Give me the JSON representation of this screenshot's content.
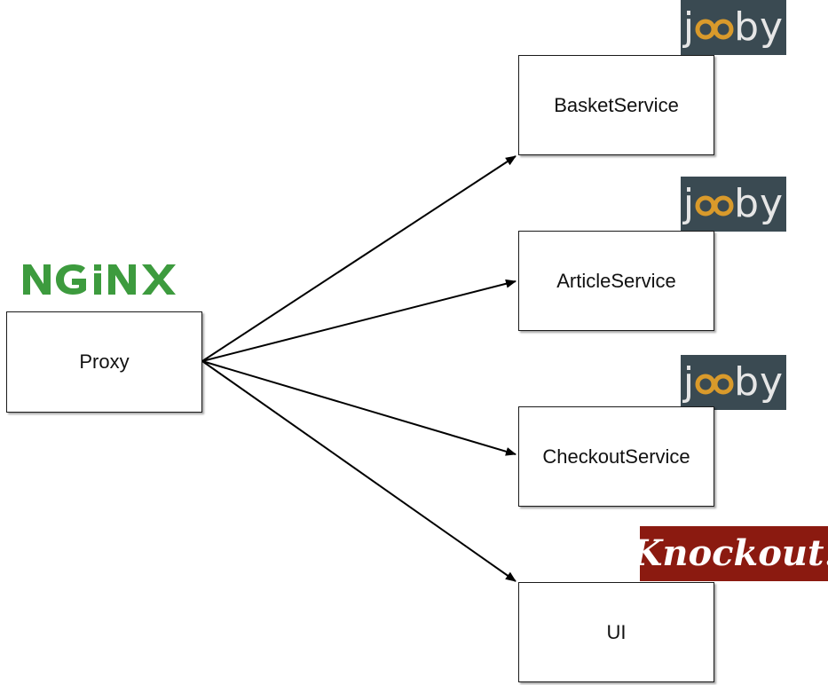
{
  "nodes": {
    "proxy": "Proxy",
    "basket": "BasketService",
    "article": "ArticleService",
    "checkout": "CheckoutService",
    "ui": "UI"
  },
  "logos": {
    "nginx": "NGiNX",
    "jooby": "jooby",
    "knockout": "Knockout."
  },
  "colors": {
    "nginx_green": "#3d9b3e",
    "jooby_bg": "#3a4a52",
    "jooby_accent": "#d99a2b",
    "knockout_bg": "#8b1a10"
  },
  "edges": [
    {
      "from": "proxy",
      "to": "basket"
    },
    {
      "from": "proxy",
      "to": "article"
    },
    {
      "from": "proxy",
      "to": "checkout"
    },
    {
      "from": "proxy",
      "to": "ui"
    }
  ]
}
